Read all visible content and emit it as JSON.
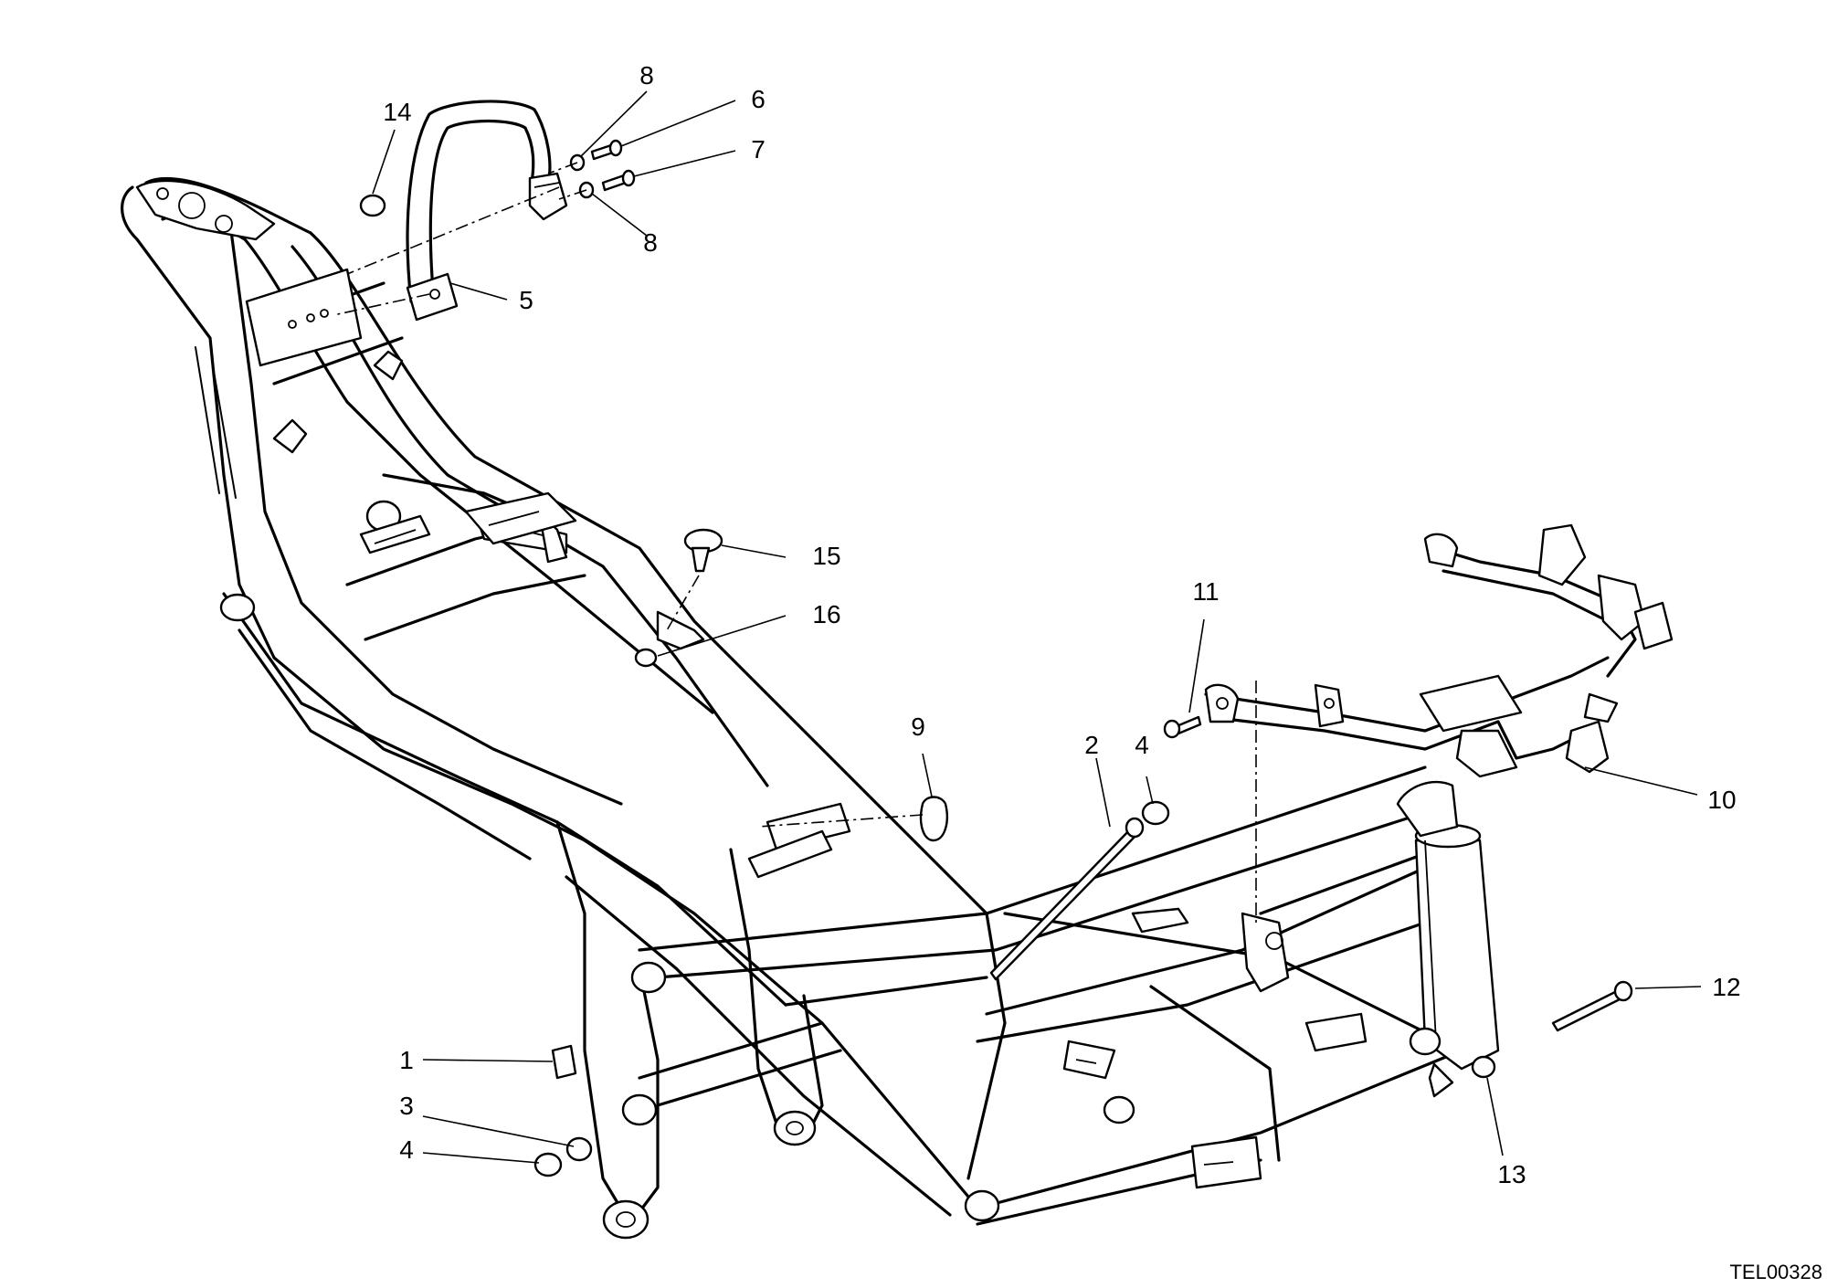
{
  "diagram": {
    "reference_code": "TEL00328",
    "callouts": [
      {
        "id": "c1",
        "label": "1"
      },
      {
        "id": "c2",
        "label": "2"
      },
      {
        "id": "c3",
        "label": "3"
      },
      {
        "id": "c4a",
        "label": "4"
      },
      {
        "id": "c4b",
        "label": "4"
      },
      {
        "id": "c5",
        "label": "5"
      },
      {
        "id": "c6",
        "label": "6"
      },
      {
        "id": "c7",
        "label": "7"
      },
      {
        "id": "c8a",
        "label": "8"
      },
      {
        "id": "c8b",
        "label": "8"
      },
      {
        "id": "c9",
        "label": "9"
      },
      {
        "id": "c10",
        "label": "10"
      },
      {
        "id": "c11",
        "label": "11"
      },
      {
        "id": "c12",
        "label": "12"
      },
      {
        "id": "c13",
        "label": "13"
      },
      {
        "id": "c14",
        "label": "14"
      },
      {
        "id": "c15",
        "label": "15"
      },
      {
        "id": "c16",
        "label": "16"
      }
    ]
  }
}
